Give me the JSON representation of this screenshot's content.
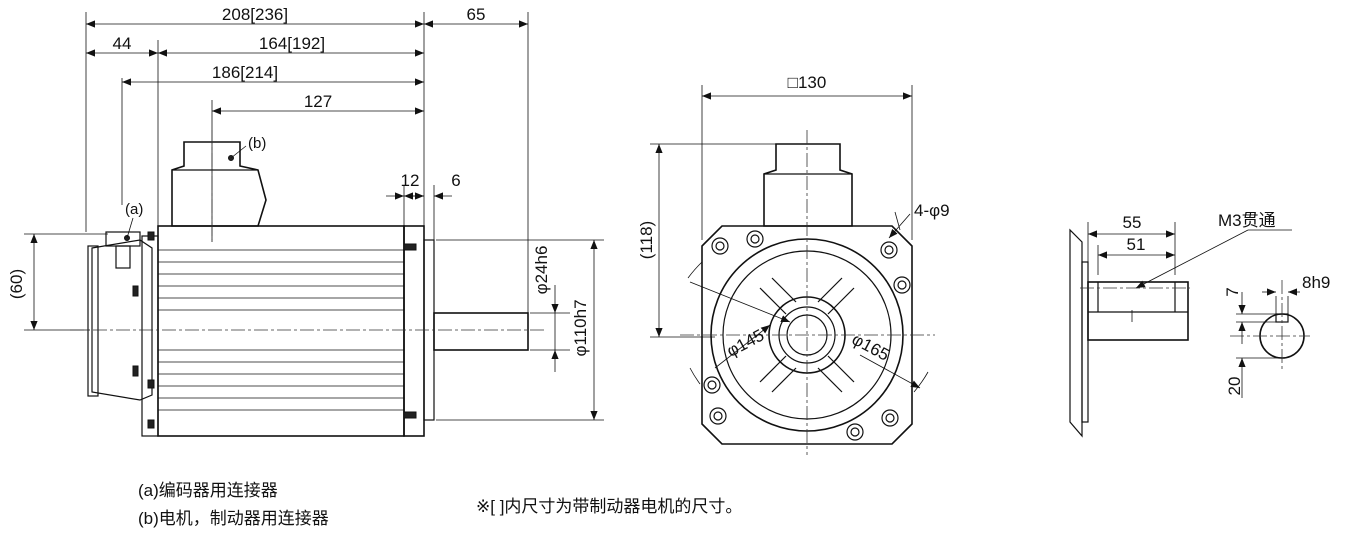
{
  "drawing": {
    "side_view": {
      "dims": {
        "overall": "208[236]",
        "shaft_len": "65",
        "flange_offset": "44",
        "body": "164[192]",
        "connector_a": "186[214]",
        "connector_b": "127",
        "flange_thick": "12",
        "shaft_step": "6",
        "connector_height": "(60)",
        "shaft_dia": "φ24h6",
        "spigot_dia": "φ110h7"
      },
      "callouts": {
        "a": "(a)",
        "b": "(b)"
      }
    },
    "front_view": {
      "dims": {
        "square": "□130",
        "height": "(118)",
        "holes": "4-φ9",
        "pcd_inner": "φ145",
        "pcd_outer": "φ165"
      }
    },
    "shaft_detail": {
      "dims": {
        "len_55": "55",
        "len_51": "51",
        "thread": "M3贯通",
        "key_depth": "7",
        "key_width": "8h9",
        "shaft_h": "20"
      }
    },
    "notes": {
      "a": "(a)编码器用连接器",
      "b": "(b)电机，制动器用连接器",
      "bracket": "※[ ]内尺寸为带制动器电机的尺寸。"
    }
  }
}
